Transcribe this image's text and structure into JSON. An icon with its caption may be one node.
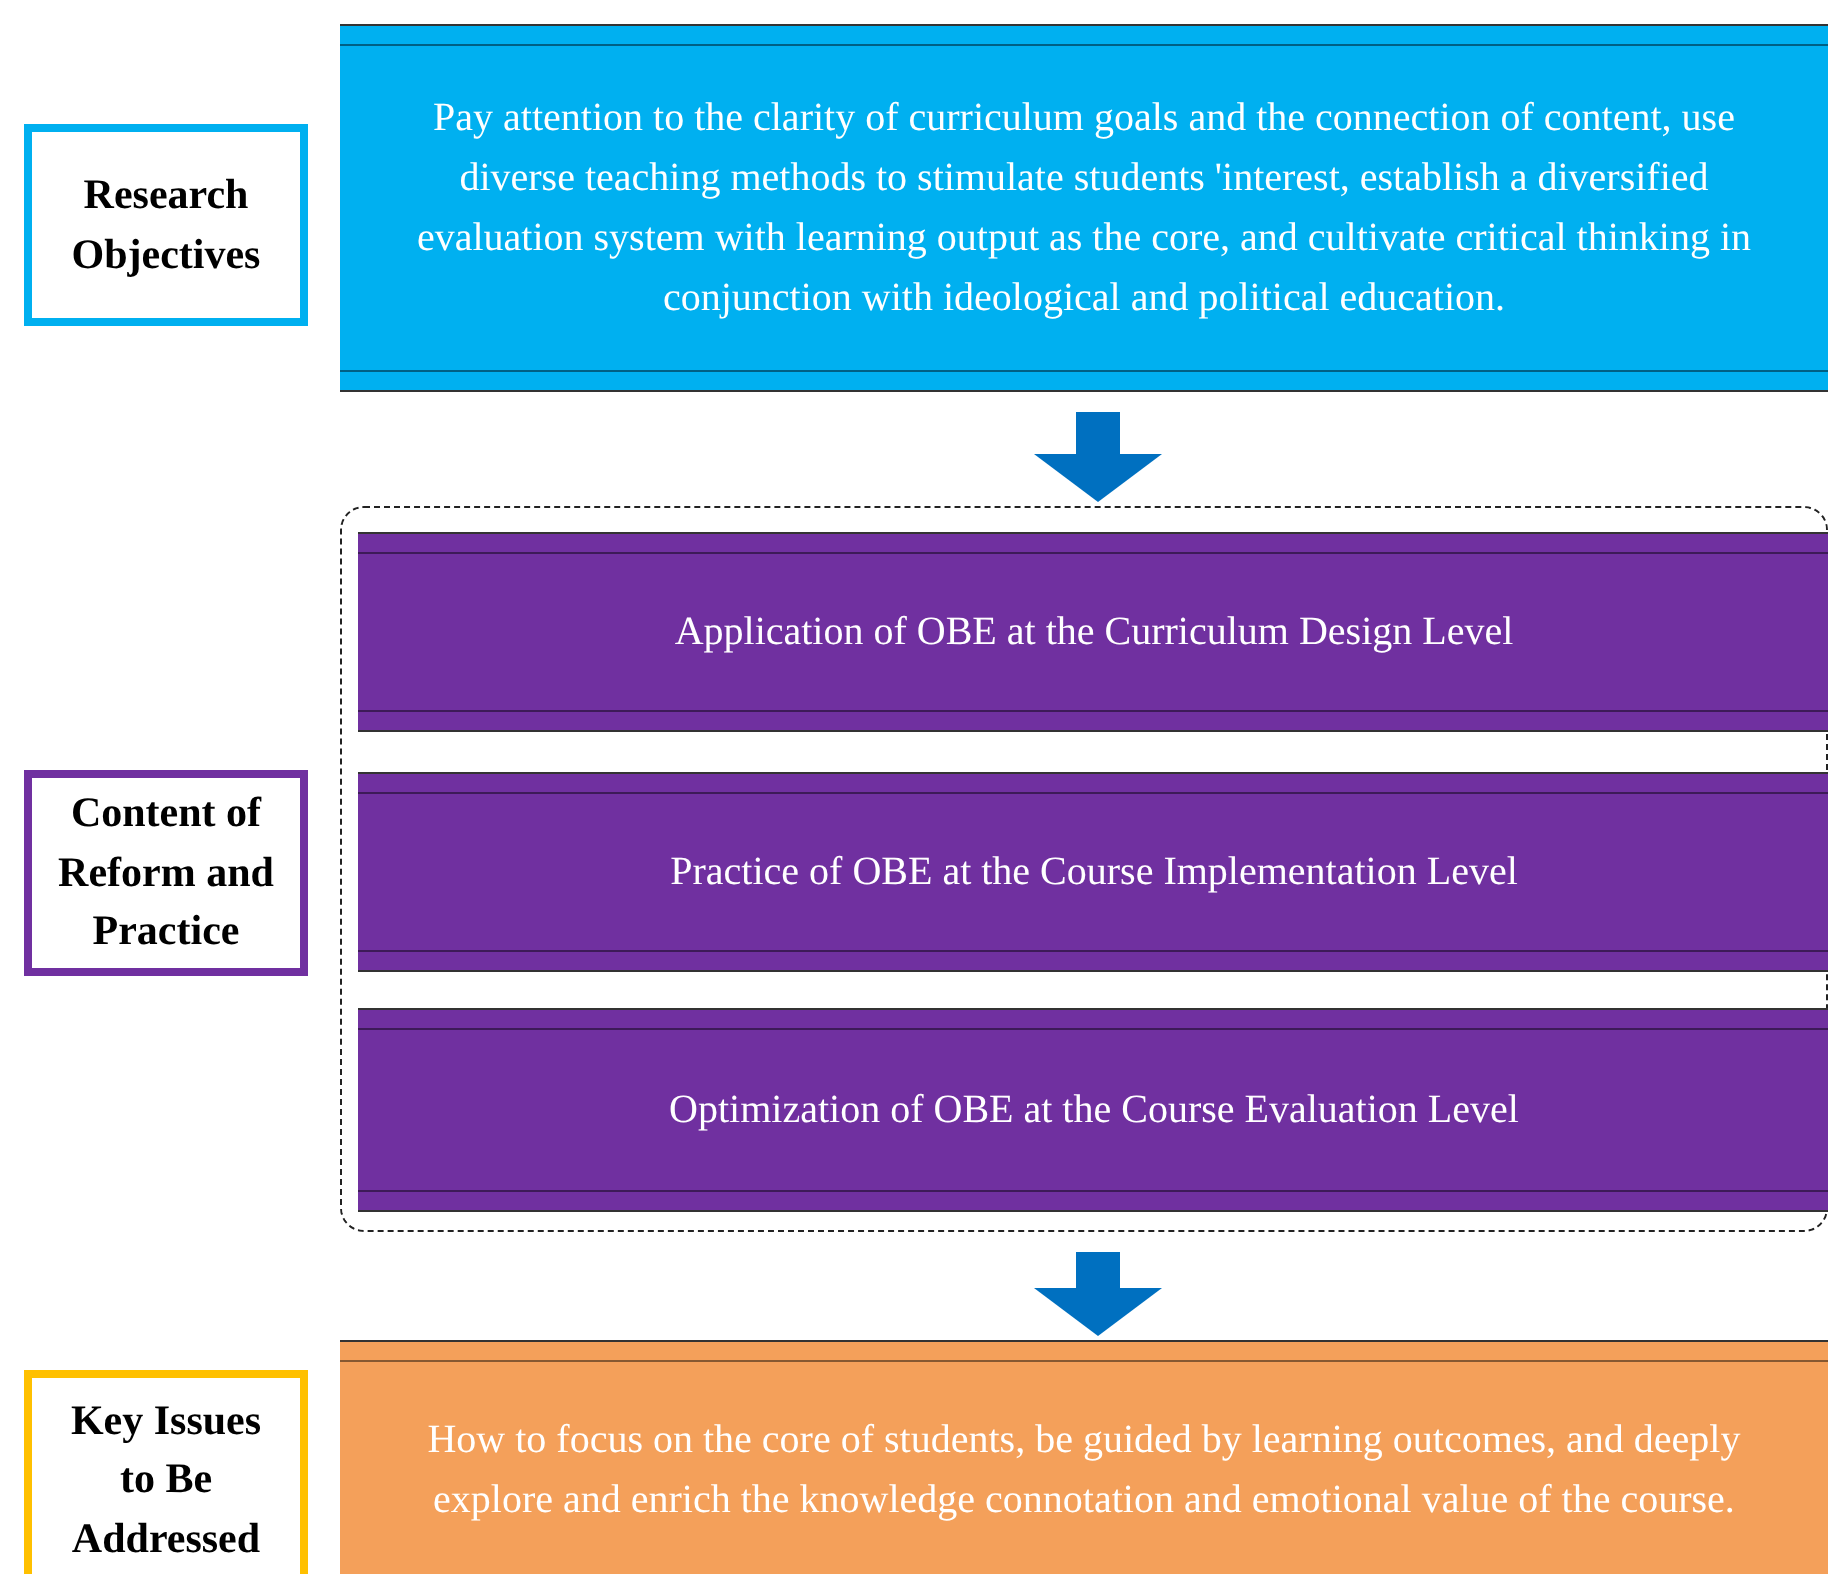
{
  "diagram": {
    "nodes": [
      {
        "text": [
          "Research Objectives"
        ]
      },
      {
        "text": [
          "Pay attention to the clarity of curriculum goals and the connection of content, use diverse teaching methods to stimulate students 'interest, establish a diversified evaluation system with learning output as the core, and cultivate critical thinking in conjunction with ideological and political education."
        ]
      },
      {
        "text": [
          "Content of Reform and Practice"
        ]
      },
      {
        "text": [],
        "shape": "box"
      },
      {
        "text": [
          "Application of OBE at the Curriculum Design Level"
        ],
        "in": 3
      },
      {
        "text": [
          "Practice of OBE at the Course Implementation Level"
        ],
        "in": 3
      },
      {
        "text": [
          "Optimization of OBE at the Course Evaluation Level"
        ],
        "in": 3
      },
      {
        "text": [
          "Key Issues to Be Addressed"
        ]
      },
      {
        "text": [
          "How to focus on the core of students, be guided by learning outcomes, and deeply explore and enrich the knowledge connotation and emotional value of the course."
        ]
      }
    ],
    "edges": [
      {
        "from": 1,
        "to": 3,
        "arrow": "to"
      },
      {
        "from": 3,
        "to": 8,
        "arrow": "to"
      }
    ]
  }
}
